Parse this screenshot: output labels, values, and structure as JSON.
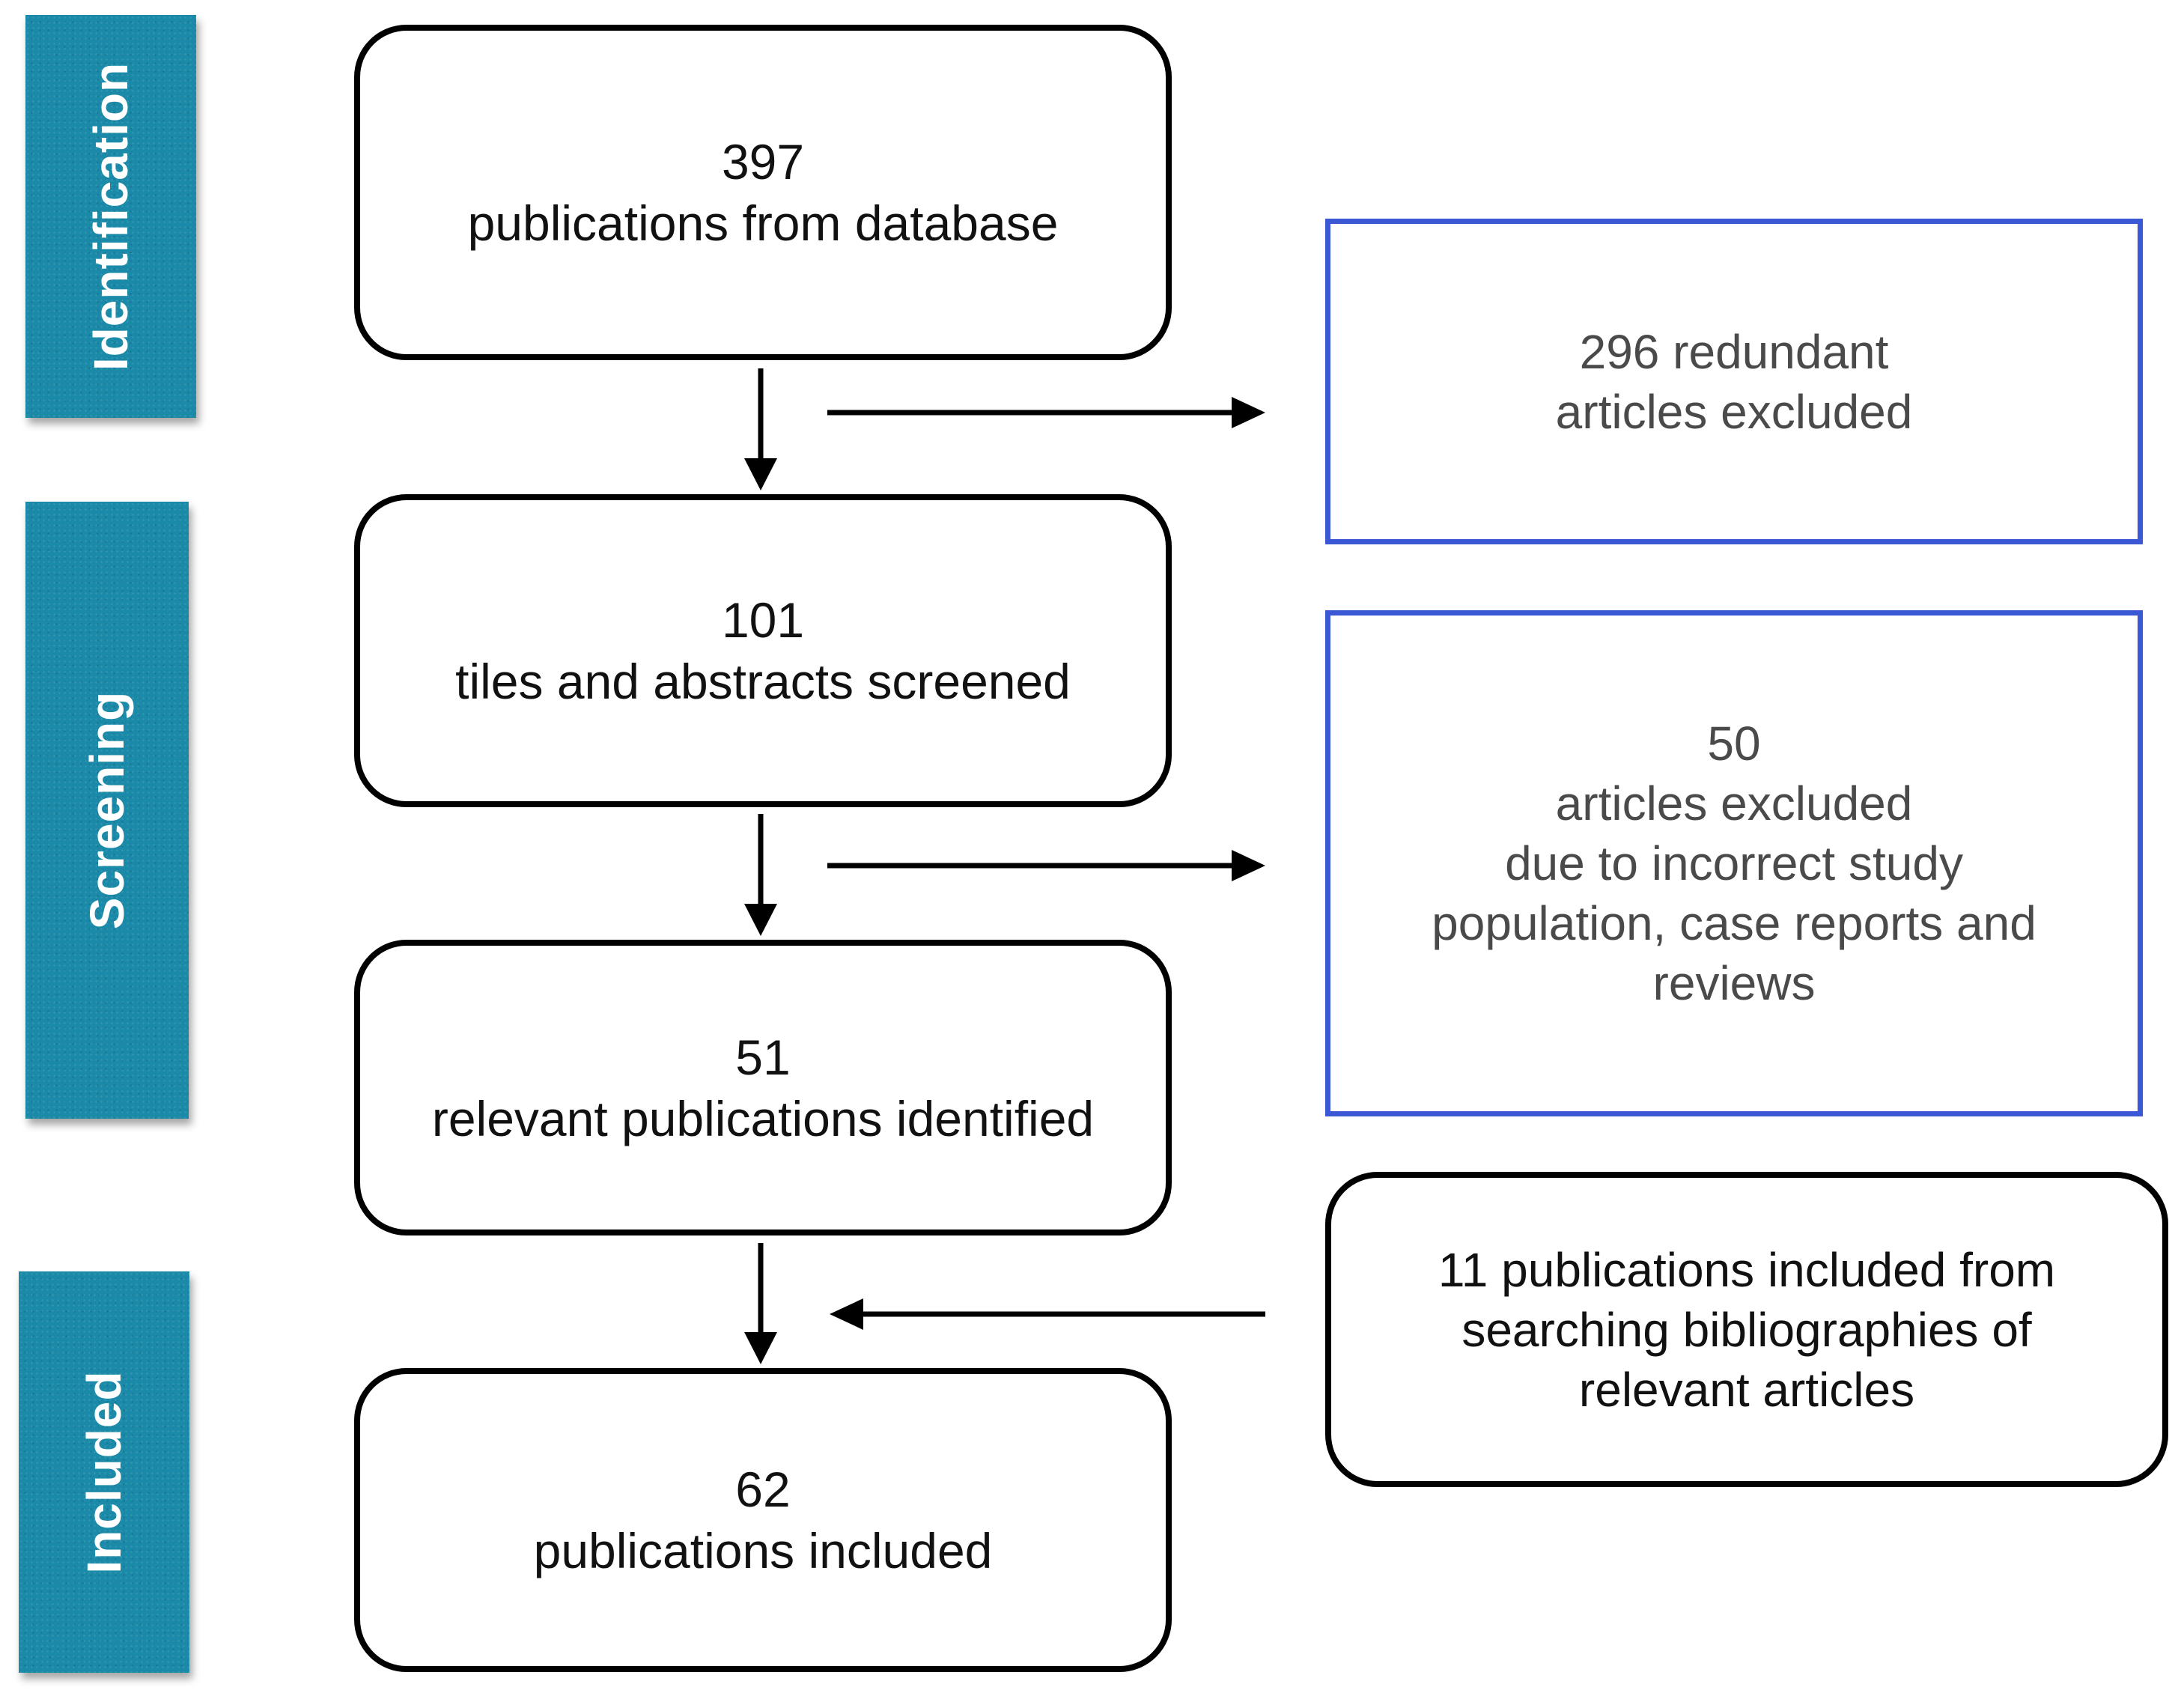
{
  "phases": {
    "identification": "Identification",
    "screening": "Screening",
    "included": "Included"
  },
  "boxes": {
    "database": {
      "count": "397",
      "text": "publications from database"
    },
    "screened": {
      "count": "101",
      "text": "tiles and abstracts screened"
    },
    "relevant": {
      "count": "51",
      "text": "relevant publications identified"
    },
    "included": {
      "count": "62",
      "text": "publications included"
    }
  },
  "exclusions": {
    "redundant": {
      "line1": "296 redundant",
      "line2": "articles excluded"
    },
    "incorrect": {
      "count": "50",
      "line1": "articles excluded",
      "line2": "due to incorrect study",
      "line3": "population, case reports and",
      "line4": "reviews"
    }
  },
  "additions": {
    "bibliographies": {
      "line1": "11 publications included from",
      "line2": "searching bibliographies of",
      "line3": "relevant articles"
    }
  },
  "colors": {
    "phase_bar": "#1b8aa8",
    "exclusion_border": "#3a57d6",
    "main_border": "#000000"
  }
}
